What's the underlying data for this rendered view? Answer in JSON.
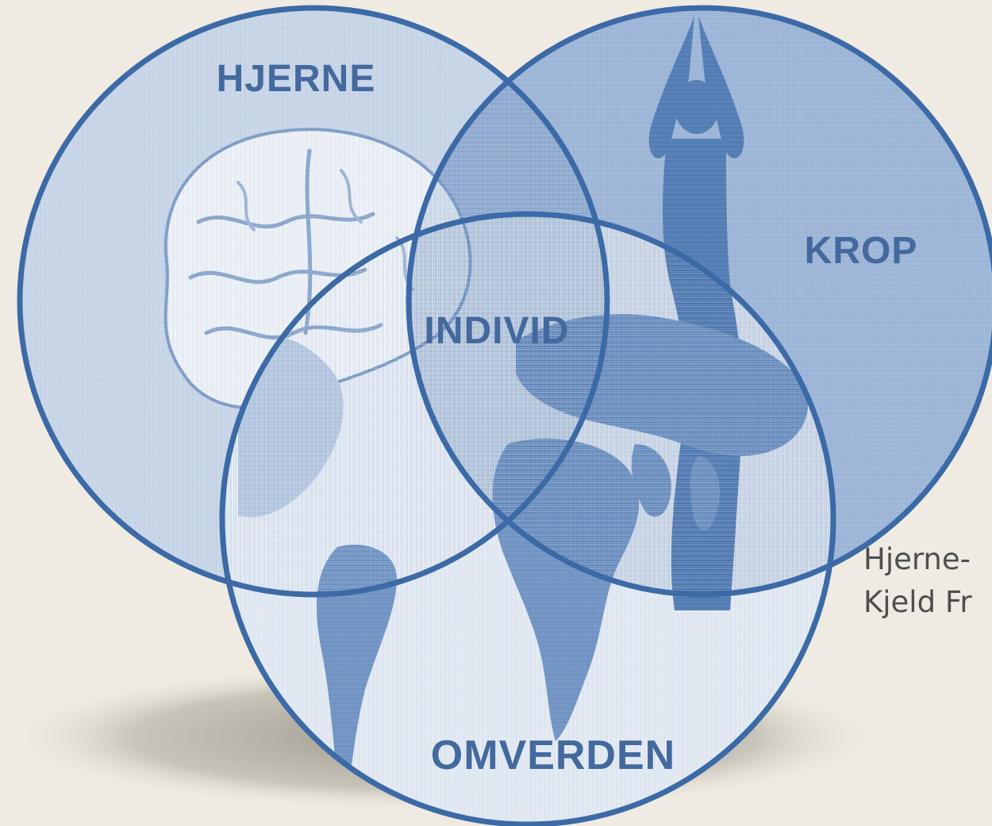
{
  "diagram": {
    "circles": [
      {
        "id": "hjerne",
        "label": "HJERNE"
      },
      {
        "id": "krop",
        "label": "KROP"
      },
      {
        "id": "omverden",
        "label": "OMVERDEN"
      }
    ],
    "center_label": "INDIVID",
    "icons": [
      "brain-icon",
      "yoga-figure-icon",
      "world-map-icon"
    ],
    "colors": {
      "background": "#efebe2",
      "circle_stroke": "#3c6aa6",
      "fill_light": "#dbe4ef",
      "fill_mid": "#a9bfdc",
      "fill_dark": "#5f86bd",
      "label": "#43699e"
    }
  },
  "caption": {
    "line1": "Hjerne-",
    "line2": "Kjeld Fr"
  }
}
